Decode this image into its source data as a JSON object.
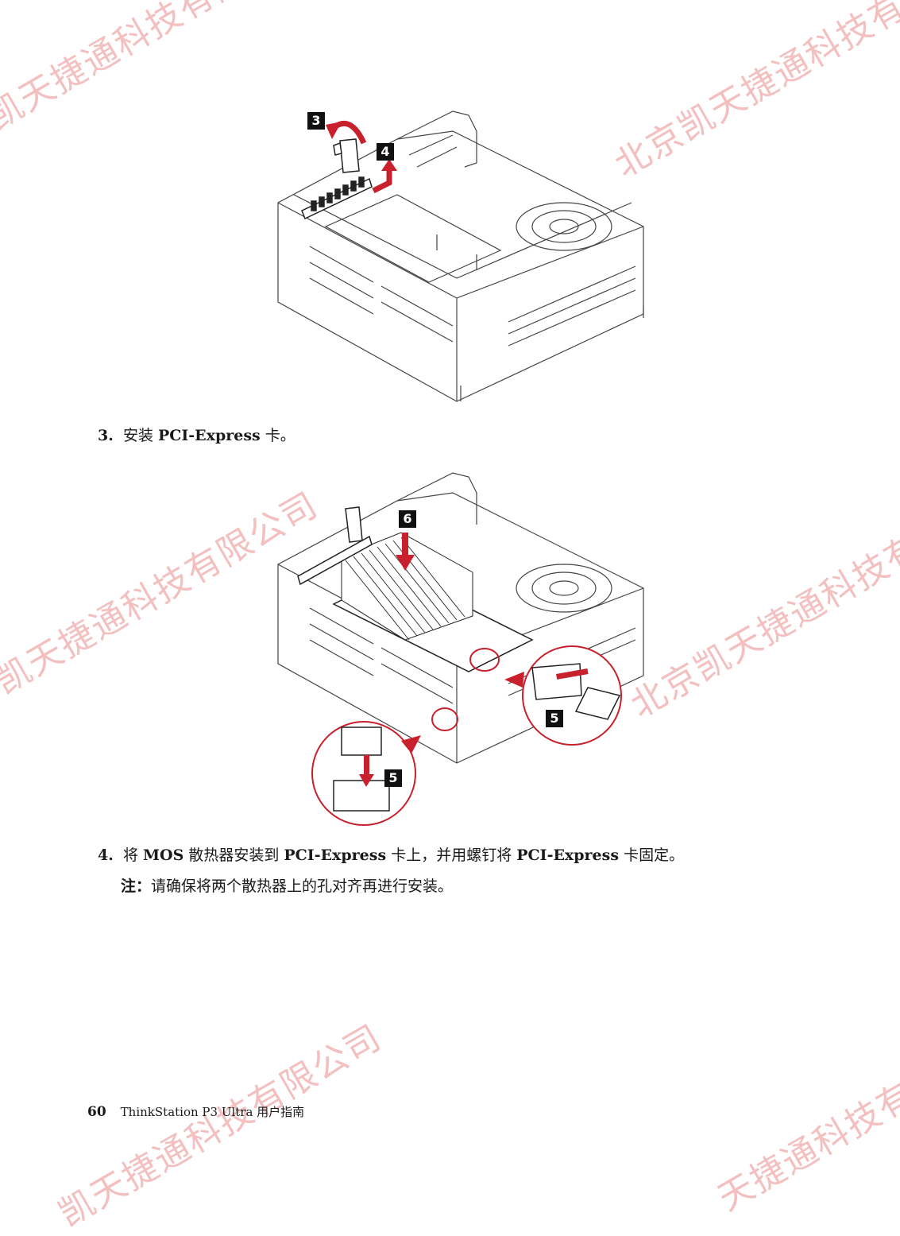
{
  "watermarks": [
    "凯天捷通科技有限公司",
    "北京凯天捷通科技有限公司",
    "凯天捷通科技有限公司",
    "北京凯天捷通科技有限",
    "凯天捷通科技有限公司",
    "天捷通科技有限"
  ],
  "figure1": {
    "callouts": [
      "3",
      "4"
    ]
  },
  "figure2": {
    "callouts": [
      "6",
      "5",
      "5"
    ]
  },
  "steps": [
    {
      "number": "3.",
      "parts": [
        "安装 ",
        "PCI-Express",
        " 卡。"
      ]
    },
    {
      "number": "4.",
      "parts": [
        "将 ",
        "MOS",
        " 散热器安装到 ",
        "PCI-Express",
        " 卡上，并用螺钉将 ",
        "PCI-Express",
        " 卡固定。"
      ]
    }
  ],
  "note": {
    "label": "注：",
    "text": "请确保将两个散热器上的孔对齐再进行安装。"
  },
  "footer": {
    "page_number": "60",
    "title": "ThinkStation P3 Ultra",
    "suffix": " 用户指南"
  },
  "colors": {
    "accent_red": "#c8202c",
    "watermark": "#e05a5a"
  }
}
